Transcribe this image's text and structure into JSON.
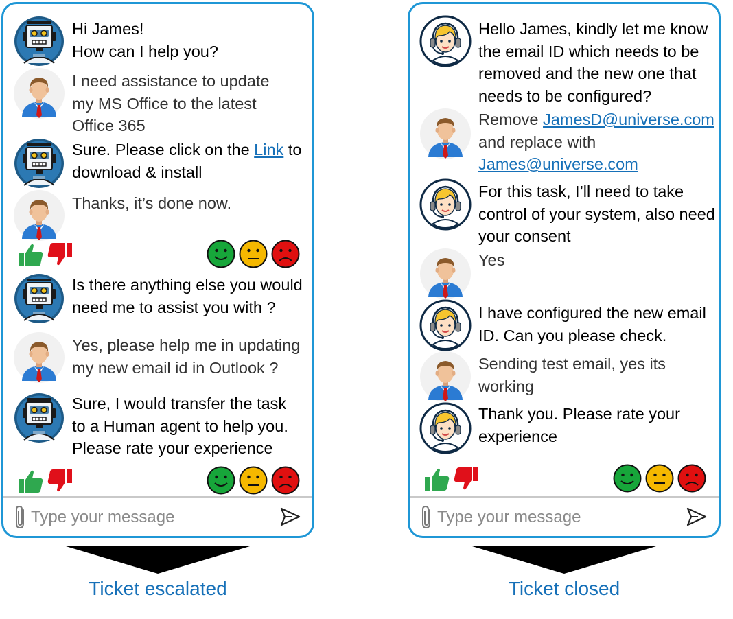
{
  "left": {
    "messages": [
      {
        "role": "bot",
        "segments": [
          {
            "text": "Hi James!\nHow can I help you?"
          }
        ]
      },
      {
        "role": "user",
        "segments": [
          {
            "text": "I need assistance to update\nmy MS Office to the latest\nOffice 365"
          }
        ]
      },
      {
        "role": "bot",
        "segments": [
          {
            "text": "Sure. Please click on the "
          },
          {
            "text": "Link",
            "link": true
          },
          {
            "text": " to\ndownload & install"
          }
        ]
      },
      {
        "role": "user",
        "segments": [
          {
            "text": "Thanks, it’s done now."
          }
        ]
      },
      {
        "role": "bot",
        "segments": [
          {
            "text": "Is there anything else you would\nneed me to assist you with ?"
          }
        ]
      },
      {
        "role": "user",
        "segments": [
          {
            "text": "Yes, please help me in updating\nmy new email id in Outlook ?"
          }
        ]
      },
      {
        "role": "bot",
        "segments": [
          {
            "text": "Sure, I would transfer the task\nto a Human agent to help you.\nPlease rate your experience"
          }
        ]
      }
    ],
    "input_placeholder": "Type your message",
    "caption": "Ticket escalated"
  },
  "right": {
    "messages": [
      {
        "role": "agent",
        "segments": [
          {
            "text": "Hello James, kindly let me know\nthe email ID which needs to be\nremoved and the new one that\nneeds to be configured?"
          }
        ]
      },
      {
        "role": "user",
        "segments": [
          {
            "text": "Remove "
          },
          {
            "text": "JamesD@universe.com",
            "link": true
          },
          {
            "text": "\nand replace with\n"
          },
          {
            "text": "James@universe.com",
            "link": true
          }
        ]
      },
      {
        "role": "agent",
        "segments": [
          {
            "text": "For this task, I’ll need to take\ncontrol of your system, also need\nyour consent"
          }
        ]
      },
      {
        "role": "user",
        "segments": [
          {
            "text": "Yes"
          }
        ]
      },
      {
        "role": "agent",
        "segments": [
          {
            "text": "I have configured the new email\nID. Can you please check."
          }
        ]
      },
      {
        "role": "user",
        "segments": [
          {
            "text": "Sending test email, yes its\nworking"
          }
        ]
      },
      {
        "role": "agent",
        "segments": [
          {
            "text": "Thank you. Please rate your\nexperience"
          }
        ]
      }
    ],
    "input_placeholder": "Type your message",
    "caption": "Ticket closed"
  },
  "colors": {
    "panel_border": "#1f97d6",
    "caption": "#1670b8",
    "link": "#1670b8",
    "thumb_up": "#2fa84f",
    "thumb_down": "#e0101a",
    "face_happy": "#17a63a",
    "face_neutral": "#f5b800",
    "face_sad": "#e01010"
  },
  "icons": {
    "bot_avatar": "robot-icon",
    "user_avatar": "user-avatar-icon",
    "agent_avatar": "headset-agent-icon",
    "attach": "paperclip-icon",
    "send": "send-icon",
    "feedback": [
      "thumbs-up-icon",
      "thumbs-down-icon",
      "happy-face-icon",
      "neutral-face-icon",
      "sad-face-icon"
    ]
  }
}
